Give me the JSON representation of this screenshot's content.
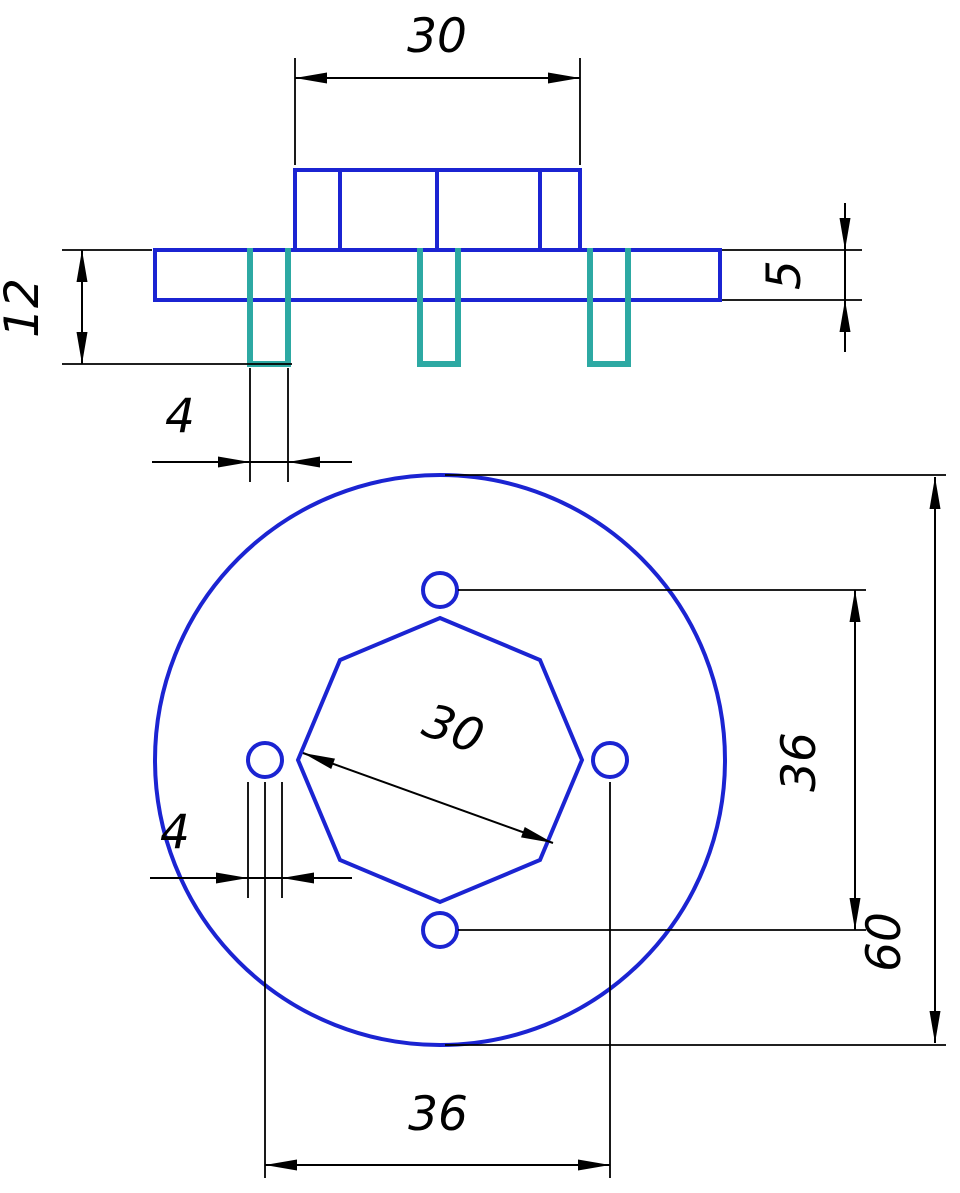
{
  "title": "Flange technical drawing (two views)",
  "colors": {
    "part_outline": "#1b24d2",
    "slot_highlight": "#2da9a3",
    "dimension_lines": "#000000",
    "background": "#ffffff"
  },
  "dims": {
    "boss_width": "30",
    "total_depth": "12",
    "plate_thickness": "5",
    "slot_width": "4",
    "hex_across_corners": "30",
    "hole_spacing_vertical": "36",
    "outer_diameter": "60",
    "hole_diameter": "4",
    "hole_spacing_horizontal": "36"
  }
}
